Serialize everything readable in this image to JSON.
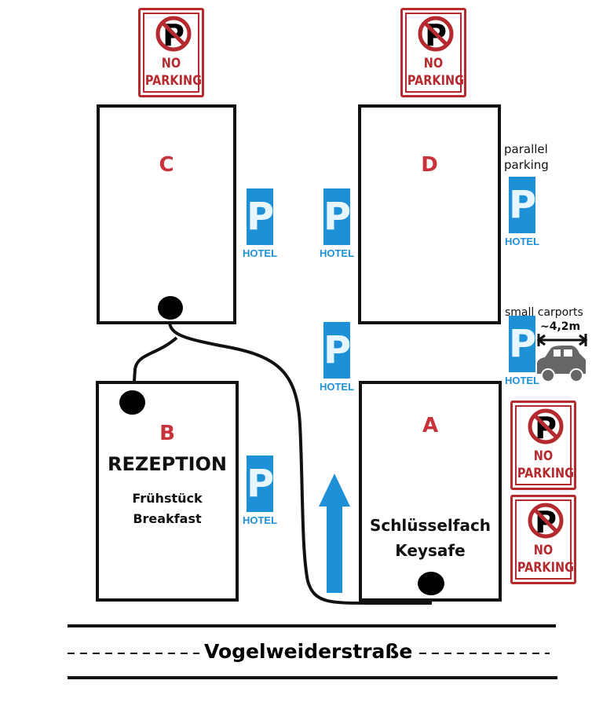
{
  "buildings": {
    "C": {
      "letter": "C"
    },
    "D": {
      "letter": "D"
    },
    "B": {
      "letter": "B",
      "line1": "REZEPTION",
      "line2": "Frühstück",
      "line3": "Breakfast"
    },
    "A": {
      "letter": "A",
      "line1": "Schlüsselfach",
      "line2": "Keysafe"
    }
  },
  "no_parking": {
    "line1": "NO",
    "line2": "PARKING",
    "icon_letter": "P"
  },
  "hotel_parking": {
    "icon_letter": "P",
    "label": "HOTEL"
  },
  "notes": {
    "parallel_line1": "parallel",
    "parallel_line2": "parking",
    "carports": "small carports",
    "carport_width": "~4,2m"
  },
  "street": {
    "name": "Vogelweiderstraße"
  },
  "colors": {
    "parking_blue": "#1e90d8",
    "sign_red": "#b52a2f",
    "letter_red": "#c8323a",
    "arrow_blue": "#1e90d8"
  }
}
